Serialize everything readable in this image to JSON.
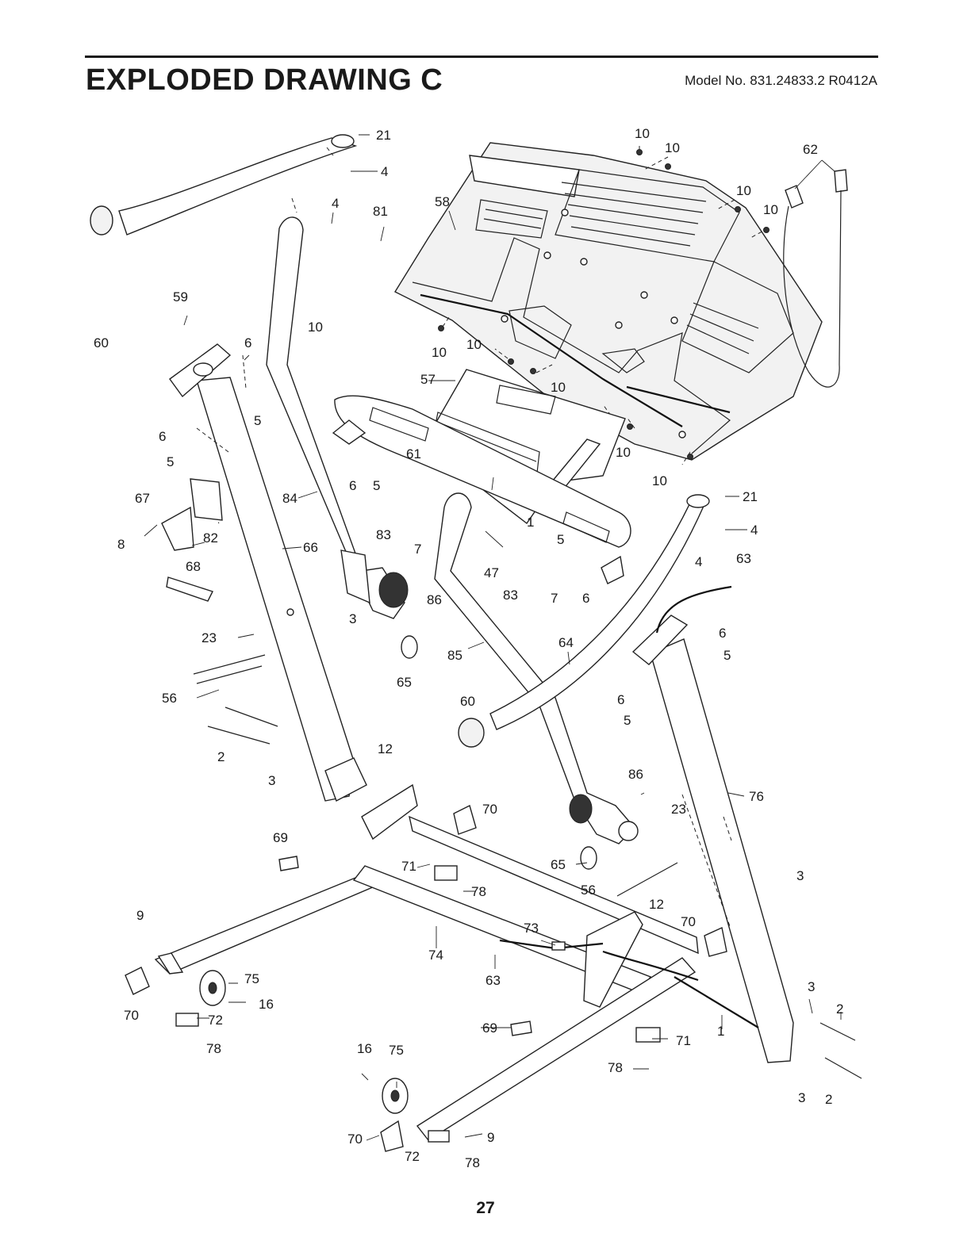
{
  "header": {
    "title": "EXPLODED DRAWING C",
    "model": "Model No. 831.24833.2 R0412A"
  },
  "footer": {
    "page_number": "27"
  },
  "callouts": {
    "c21a": "21",
    "c4a": "4",
    "c4b": "4",
    "c81": "81",
    "c59": "59",
    "c10a": "10",
    "c60a": "60",
    "c6a": "6",
    "c5a": "5",
    "c6b": "6",
    "c5b": "5",
    "c67": "67",
    "c82": "82",
    "c8": "8",
    "c68": "68",
    "c66": "66",
    "c84": "84",
    "c23a": "23",
    "c3a": "3",
    "c56a": "56",
    "c2a": "2",
    "c3b": "3",
    "c58": "58",
    "c10b": "10",
    "c10c": "10",
    "c10d": "10",
    "c10e": "10",
    "c62": "62",
    "c10f": "10",
    "c10g": "10",
    "c57": "57",
    "c10h": "10",
    "c10i": "10",
    "c10j": "10",
    "c61": "61",
    "c6c": "6",
    "c5c": "5",
    "c83a": "83",
    "c7a": "7",
    "c1a": "1",
    "c47": "47",
    "c5d": "5",
    "c21b": "21",
    "c4c": "4",
    "c4d": "4",
    "c63a": "63",
    "c86a": "86",
    "c83b": "83",
    "c7b": "7",
    "c6d": "6",
    "c65a": "65",
    "c85": "85",
    "c64": "64",
    "c6e": "6",
    "c5e": "5",
    "c60b": "60",
    "c6f": "6",
    "c5f": "5",
    "c12a": "12",
    "c70a": "70",
    "c69a": "69",
    "c86b": "86",
    "c23b": "23",
    "c76": "76",
    "c71a": "71",
    "c78a": "78",
    "c65b": "65",
    "c56b": "56",
    "c3c": "3",
    "c9a": "9",
    "c73": "73",
    "c12b": "12",
    "c70b": "70",
    "c74": "74",
    "c63b": "63",
    "c75a": "75",
    "c16a": "16",
    "c70c": "70",
    "c72a": "72",
    "c78b": "78",
    "c69b": "69",
    "c3d": "3",
    "c2b": "2",
    "c1b": "1",
    "c71b": "71",
    "c16b": "16",
    "c75b": "75",
    "c78c": "78",
    "c3e": "3",
    "c2c": "2",
    "c70d": "70",
    "c9b": "9",
    "c72b": "72",
    "c78d": "78"
  }
}
